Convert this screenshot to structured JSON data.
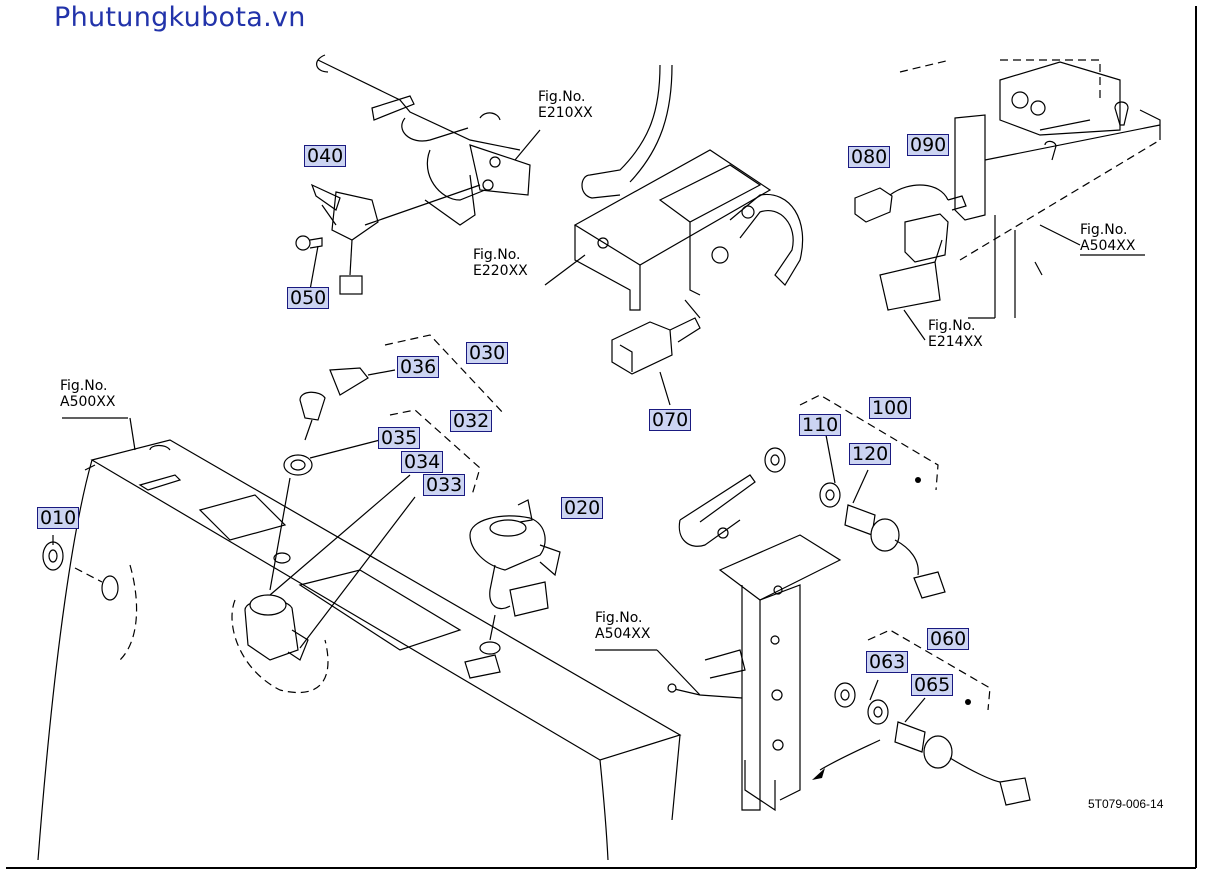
{
  "watermark": "Phutungkubota.vn",
  "drawing_ref": "5T079-006-14",
  "part_labels": {
    "p010": "010",
    "p020": "020",
    "p030": "030",
    "p032": "032",
    "p033": "033",
    "p034": "034",
    "p035": "035",
    "p036": "036",
    "p040": "040",
    "p050": "050",
    "p060": "060",
    "p063": "063",
    "p065": "065",
    "p070": "070",
    "p080": "080",
    "p090": "090",
    "p100": "100",
    "p110": "110",
    "p120": "120"
  },
  "fig_refs": {
    "e210": {
      "line1": "Fig.No.",
      "line2": "E210XX"
    },
    "e220": {
      "line1": "Fig.No.",
      "line2": "E220XX"
    },
    "a504_right": {
      "line1": "Fig.No.",
      "line2": "A504XX"
    },
    "e214": {
      "line1": "Fig.No.",
      "line2": "E214XX"
    },
    "a500": {
      "line1": "Fig.No.",
      "line2": "A500XX"
    },
    "a504_center": {
      "line1": "Fig.No.",
      "line2": "A504XX"
    }
  }
}
